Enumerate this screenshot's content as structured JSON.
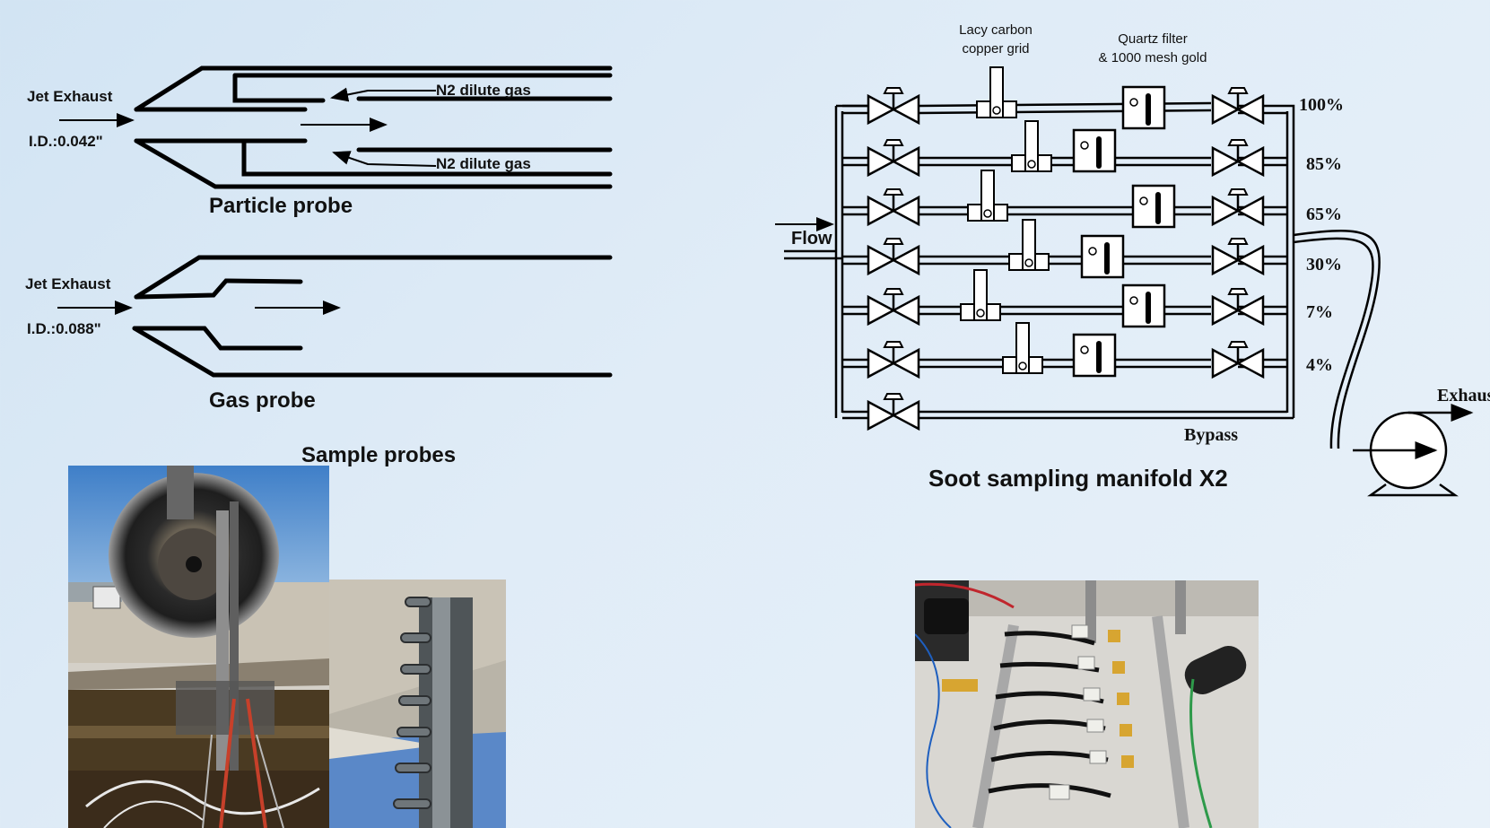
{
  "particle_probe": {
    "jet_exhaust": "Jet Exhaust",
    "id": "I.D.:0.042\"",
    "n2_top": "N2 dilute gas",
    "n2_bottom": "N2 dilute gas",
    "title": "Particle probe"
  },
  "gas_probe": {
    "jet_exhaust": "Jet Exhaust",
    "id": "I.D.:0.088\"",
    "title": "Gas probe"
  },
  "sample_probes_caption": "Sample probes",
  "manifold": {
    "lacy_line1": "Lacy carbon",
    "lacy_line2": "copper grid",
    "quartz_line1": "Quartz filter",
    "quartz_line2": "& 1000 mesh gold",
    "flow": "Flow",
    "percentages": [
      "100%",
      "85%",
      "65%",
      "30%",
      "7%",
      "4%"
    ],
    "bypass": "Bypass",
    "exhaust": "Exhaust",
    "title": "Soot sampling manifold X2"
  },
  "colors": {
    "line": "#000000",
    "sky": "#5b93d0",
    "tarmac": "#b9b2a4"
  }
}
